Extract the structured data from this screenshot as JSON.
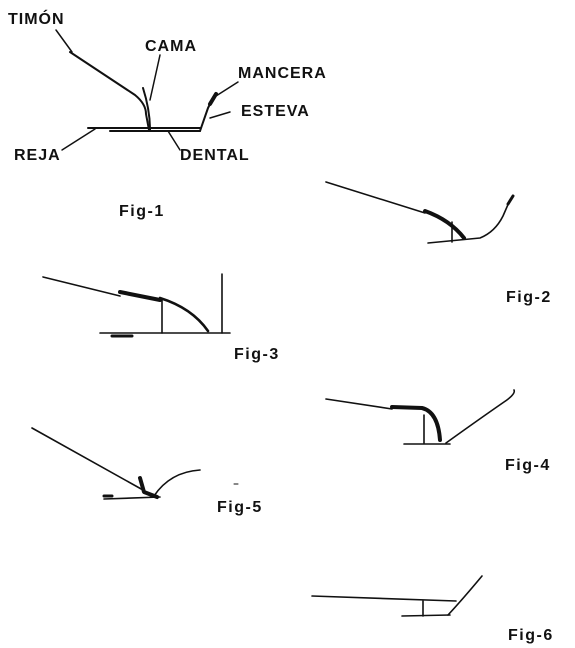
{
  "labels": {
    "timon": "TIMÓN",
    "cama": "CAMA",
    "mancera": "MANCERA",
    "esteva": "ESTEVA",
    "reja": "REJA",
    "dental": "DENTAL"
  },
  "figures": {
    "fig1": "Fig-1",
    "fig2": "Fig-2",
    "fig3": "Fig-3",
    "fig4": "Fig-4",
    "fig5": "Fig-5",
    "fig6": "Fig-6"
  },
  "colors": {
    "ink": "#111111",
    "background": "#ffffff"
  }
}
